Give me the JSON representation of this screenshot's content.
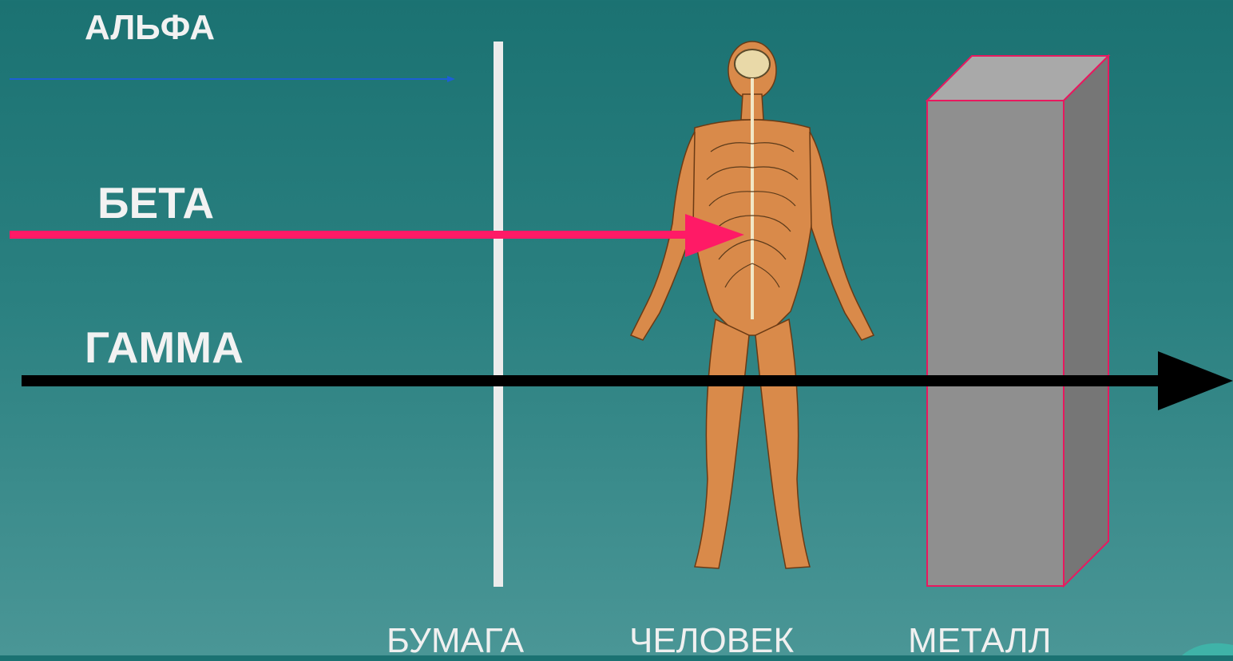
{
  "rays": {
    "alpha": {
      "label": "АЛЬФА",
      "color": "#1d5fd6"
    },
    "beta": {
      "label": "БЕТА",
      "color": "#ff1a66"
    },
    "gamma": {
      "label": "ГАММА",
      "color": "#000000"
    }
  },
  "barriers": {
    "paper": {
      "label": "БУМАГА",
      "color": "#ececec"
    },
    "human": {
      "label": "ЧЕЛОВЕК",
      "color": "#d98a4a"
    },
    "metal": {
      "label": "МЕТАЛЛ",
      "color": "#8f8f8f",
      "edge_color": "#e8195f"
    }
  }
}
